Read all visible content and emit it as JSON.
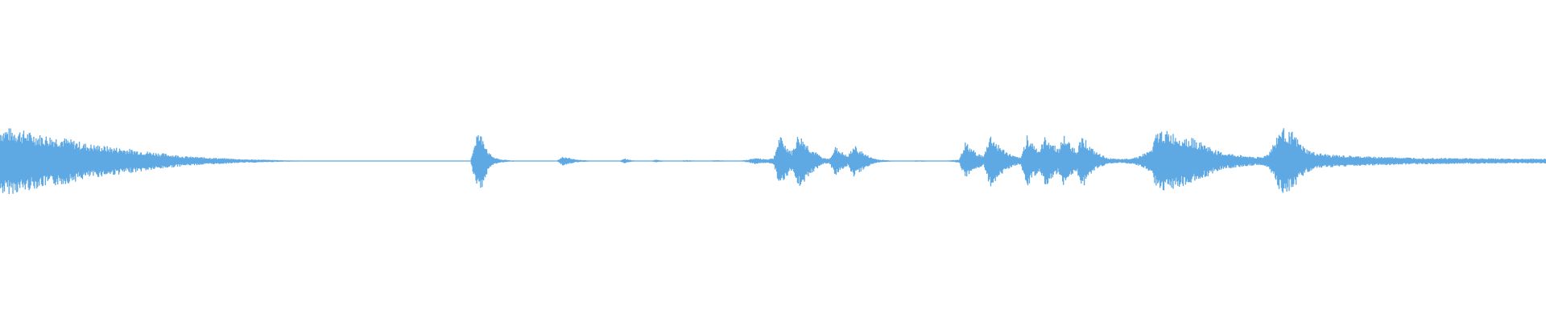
{
  "waveform": {
    "color": "#5ea9e3",
    "background": "#ffffff",
    "envelope": [
      0.21,
      0.21,
      0.205,
      0.2,
      0.19,
      0.18,
      0.17,
      0.165,
      0.16,
      0.155,
      0.15,
      0.14,
      0.13,
      0.12,
      0.11,
      0.105,
      0.1,
      0.095,
      0.09,
      0.085,
      0.08,
      0.075,
      0.07,
      0.065,
      0.06,
      0.055,
      0.05,
      0.045,
      0.04,
      0.035,
      0.03,
      0.028,
      0.026,
      0.024,
      0.022,
      0.02,
      0.018,
      0.016,
      0.014,
      0.012,
      0.01,
      0.01,
      0.009,
      0.008,
      0.007,
      0.006,
      0.005,
      0.004,
      0.004,
      0.003,
      0.003,
      0.003,
      0.002,
      0.002,
      0.002,
      0.002,
      0.002,
      0.002,
      0.002,
      0.002,
      0.002,
      0.002,
      0.002,
      0.002,
      0.002,
      0.002,
      0.002,
      0.002,
      0.002,
      0.002,
      0.002,
      0.002,
      0.002,
      0.002,
      0.002,
      0.002,
      0.003,
      0.18,
      0.16,
      0.05,
      0.02,
      0.01,
      0.006,
      0.004,
      0.003,
      0.002,
      0.002,
      0.002,
      0.002,
      0.002,
      0.003,
      0.03,
      0.02,
      0.01,
      0.006,
      0.004,
      0.003,
      0.002,
      0.002,
      0.002,
      0.002,
      0.015,
      0.006,
      0.003,
      0.002,
      0.002,
      0.008,
      0.004,
      0.002,
      0.002,
      0.003,
      0.006,
      0.004,
      0.002,
      0.002,
      0.004,
      0.005,
      0.004,
      0.003,
      0.003,
      0.004,
      0.01,
      0.02,
      0.015,
      0.012,
      0.02,
      0.16,
      0.1,
      0.06,
      0.17,
      0.13,
      0.08,
      0.05,
      0.02,
      0.015,
      0.09,
      0.06,
      0.03,
      0.1,
      0.07,
      0.04,
      0.02,
      0.01,
      0.006,
      0.004,
      0.003,
      0.003,
      0.003,
      0.004,
      0.005,
      0.003,
      0.003,
      0.003,
      0.003,
      0.006,
      0.01,
      0.12,
      0.08,
      0.05,
      0.03,
      0.17,
      0.12,
      0.08,
      0.05,
      0.03,
      0.02,
      0.17,
      0.11,
      0.07,
      0.16,
      0.12,
      0.08,
      0.16,
      0.11,
      0.07,
      0.17,
      0.1,
      0.06,
      0.04,
      0.02,
      0.015,
      0.012,
      0.015,
      0.02,
      0.03,
      0.05,
      0.07,
      0.18,
      0.2,
      0.18,
      0.17,
      0.16,
      0.15,
      0.14,
      0.12,
      0.1,
      0.08,
      0.06,
      0.05,
      0.045,
      0.04,
      0.035,
      0.03,
      0.028,
      0.026,
      0.05,
      0.12,
      0.21,
      0.2,
      0.18,
      0.12,
      0.08,
      0.06,
      0.05,
      0.045,
      0.04,
      0.038,
      0.035,
      0.033,
      0.031,
      0.03,
      0.029,
      0.028,
      0.027,
      0.026,
      0.025,
      0.024,
      0.023,
      0.022,
      0.021,
      0.021,
      0.02,
      0.02,
      0.02,
      0.019,
      0.019,
      0.018,
      0.018,
      0.018,
      0.017,
      0.017,
      0.017,
      0.016,
      0.016,
      0.016,
      0.016,
      0.015,
      0.015,
      0.015,
      0.015
    ]
  }
}
